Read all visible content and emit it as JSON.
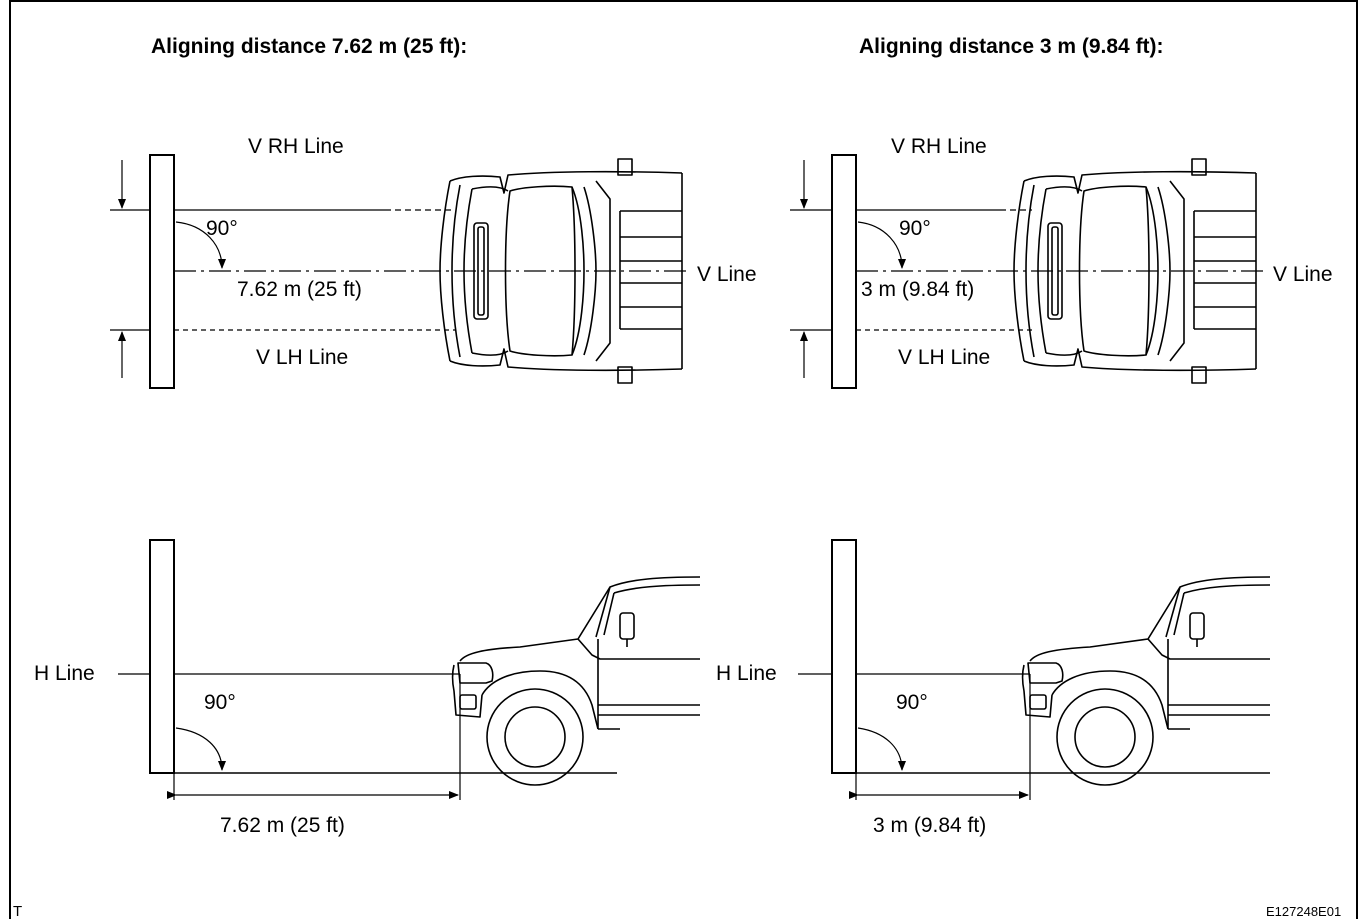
{
  "panels": [
    {
      "title": "Aligning distance 7.62 m (25 ft):",
      "top_view": {
        "v_rh_label": "V RH Line",
        "v_lh_label": "V LH Line",
        "v_line_label": "V Line",
        "angle_label": "90°",
        "distance_label": "7.62 m (25 ft)"
      },
      "side_view": {
        "h_line_label": "H Line",
        "angle_label": "90°",
        "distance_label": "7.62 m (25 ft)"
      }
    },
    {
      "title": "Aligning distance 3 m (9.84 ft):",
      "top_view": {
        "v_rh_label": "V RH Line",
        "v_lh_label": "V LH Line",
        "v_line_label": "V Line",
        "angle_label": "90°",
        "distance_label": "3 m (9.84 ft)"
      },
      "side_view": {
        "h_line_label": "H Line",
        "angle_label": "90°",
        "distance_label": "3 m (9.84 ft)"
      }
    }
  ],
  "footer": {
    "left_mark": "T",
    "figure_code": "E127248E01"
  }
}
